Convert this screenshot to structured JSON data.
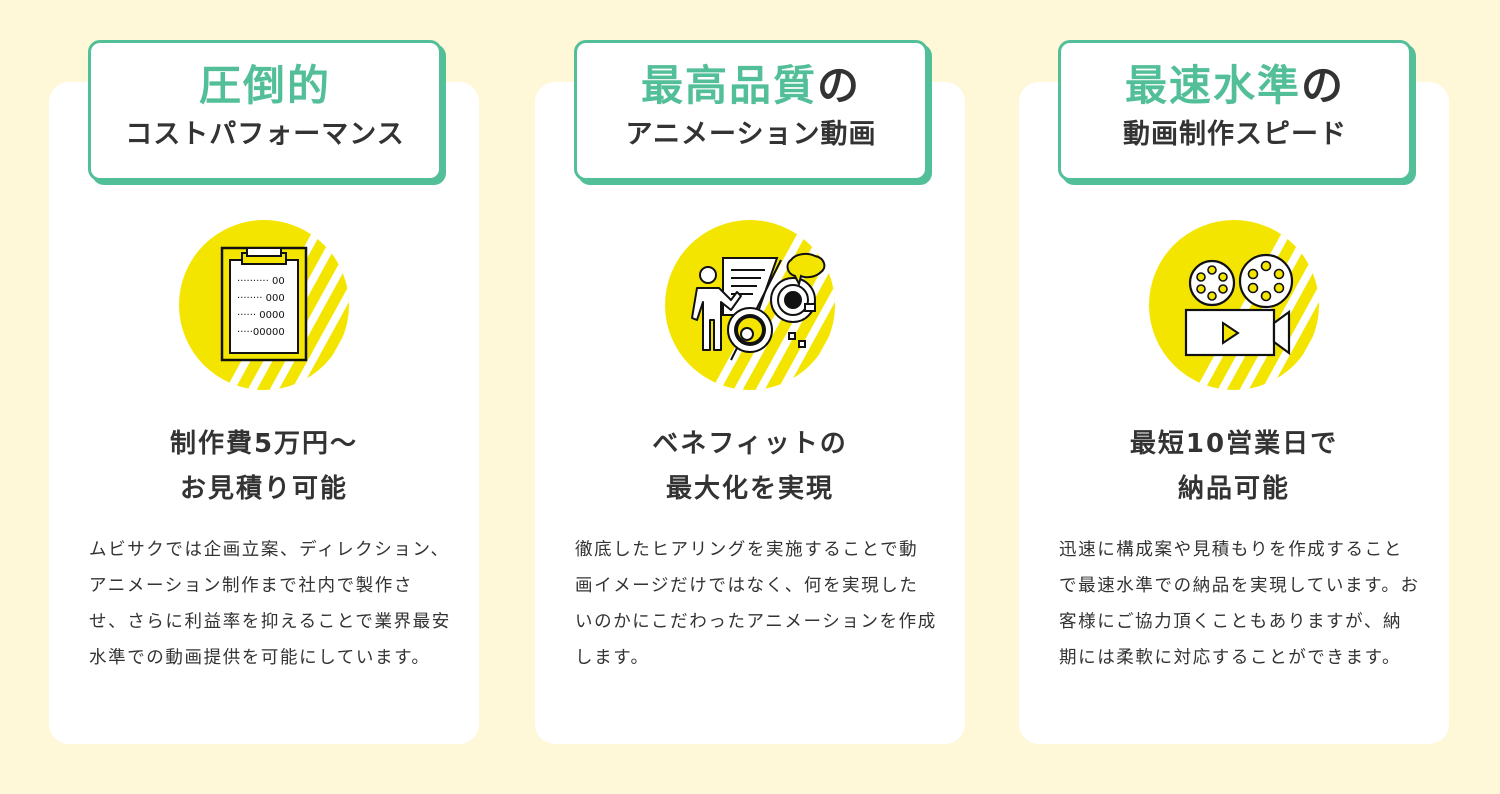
{
  "colors": {
    "background": "#fef8d9",
    "card": "#ffffff",
    "accent_green": "#52bf98",
    "icon_yellow": "#f4e500",
    "text_dark": "#333333"
  },
  "cards": [
    {
      "title_accent": "圧倒的",
      "title_suffix": "",
      "title_sub": "コストパフォーマンス",
      "icon": "clipboard-price-list-icon",
      "icon_lines": [
        "00",
        "000",
        "0000",
        "00000"
      ],
      "headline_line1": "制作費5万円〜",
      "headline_line2": "お見積り可能",
      "body": "ムビサクでは企画立案、ディレクション、アニメーション制作まで社内で製作させ、さらに利益率を抑えることで業界最安水準での動画提供を可能にしています。"
    },
    {
      "title_accent": "最高品質",
      "title_suffix": "の",
      "title_sub": "アニメーション動画",
      "icon": "presentation-person-target-icon",
      "headline_line1": "ベネフィットの",
      "headline_line2": "最大化を実現",
      "body": "徹底したヒアリングを実施することで動画イメージだけではなく、何を実現したいのかにこだわったアニメーションを作成します。"
    },
    {
      "title_accent": "最速水準",
      "title_suffix": "の",
      "title_sub": "動画制作スピード",
      "icon": "movie-camera-icon",
      "headline_line1": "最短10営業日で",
      "headline_line2": "納品可能",
      "body": "迅速に構成案や見積もりを作成することで最速水準での納品を実現しています。お客様にご協力頂くこともありますが、納期には柔軟に対応することができます。"
    }
  ]
}
